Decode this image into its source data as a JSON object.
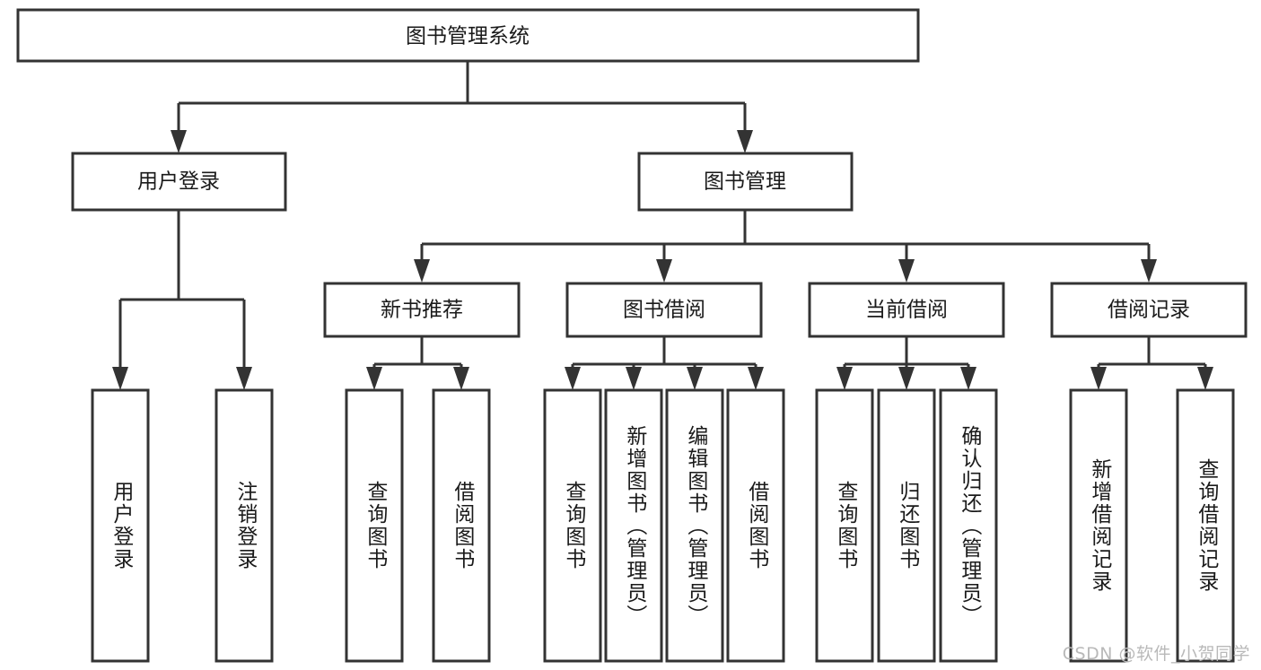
{
  "diagram": {
    "type": "tree-hierarchy",
    "title": "图书管理系统",
    "orientation": "top-down",
    "colors": {
      "box_stroke": "#333333",
      "box_fill": "#ffffff",
      "text": "#1a1a1a",
      "background": "#ffffff",
      "watermark": "#b9b9b9"
    },
    "root": {
      "label": "图书管理系统"
    },
    "level2": [
      {
        "id": "user-login",
        "label": "用户登录"
      },
      {
        "id": "book-manage",
        "label": "图书管理"
      }
    ],
    "level3": [
      {
        "id": "new-book-recommend",
        "label": "新书推荐",
        "parent": "book-manage"
      },
      {
        "id": "book-borrow",
        "label": "图书借阅",
        "parent": "book-manage"
      },
      {
        "id": "current-borrow",
        "label": "当前借阅",
        "parent": "book-manage"
      },
      {
        "id": "borrow-record",
        "label": "借阅记录",
        "parent": "book-manage"
      }
    ],
    "leaves": {
      "user-login": [
        {
          "id": "leaf-user-login",
          "label": "用户登录"
        },
        {
          "id": "leaf-user-logout",
          "label": "注销登录"
        }
      ],
      "new-book-recommend": [
        {
          "id": "leaf-query-book-1",
          "label": "查询图书"
        },
        {
          "id": "leaf-borrow-book-1",
          "label": "借阅图书"
        }
      ],
      "book-borrow": [
        {
          "id": "leaf-query-book-2",
          "label": "查询图书"
        },
        {
          "id": "leaf-add-book-admin",
          "label": "新增图书（管理员）"
        },
        {
          "id": "leaf-edit-book-admin",
          "label": "编辑图书（管理员）"
        },
        {
          "id": "leaf-borrow-book-2",
          "label": "借阅图书"
        }
      ],
      "current-borrow": [
        {
          "id": "leaf-query-book-3",
          "label": "查询图书"
        },
        {
          "id": "leaf-return-book",
          "label": "归还图书"
        },
        {
          "id": "leaf-confirm-return-admin",
          "label": "确认归还（管理员）"
        }
      ],
      "borrow-record": [
        {
          "id": "leaf-add-borrow-record",
          "label": "新增借阅记录"
        },
        {
          "id": "leaf-query-borrow-record",
          "label": "查询借阅记录"
        }
      ]
    }
  },
  "watermark": {
    "text": "CSDN @软件_小贺同学"
  }
}
